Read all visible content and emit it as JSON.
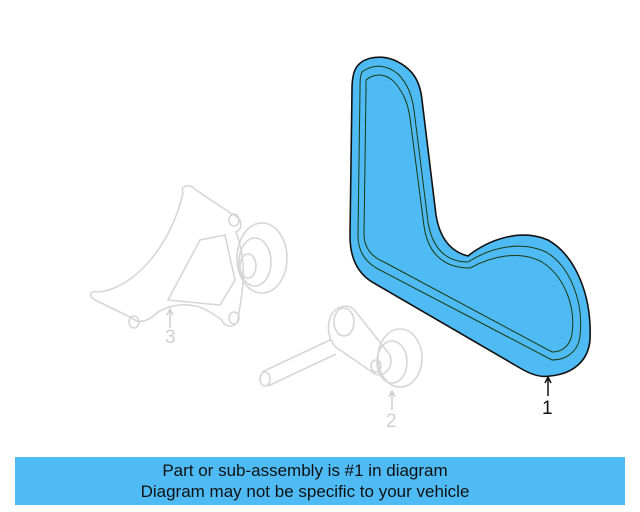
{
  "diagram": {
    "highlight_color": "#4fbbf4",
    "callouts": [
      {
        "number": "1",
        "highlighted": true
      },
      {
        "number": "2",
        "highlighted": false
      },
      {
        "number": "3",
        "highlighted": false
      }
    ]
  },
  "banner": {
    "line1": "Part or sub-assembly is #1 in diagram",
    "line2": "Diagram may not be specific to your vehicle"
  }
}
